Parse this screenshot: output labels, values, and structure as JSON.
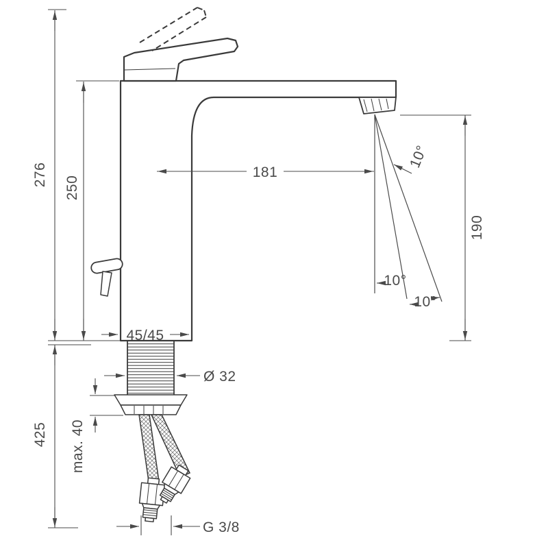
{
  "drawing": {
    "type": "technical-dimension-drawing",
    "subject": "single-lever basin mixer faucet, side view with mounting hardware",
    "colors": {
      "background": "#ffffff",
      "line": "#3a3a3a",
      "dimension_text": "#4a4a4a"
    }
  },
  "dims": {
    "overall_height": "276",
    "spout_top_height": "250",
    "spout_reach": "181",
    "outlet_height": "190",
    "body_section": "45/45",
    "shank_diameter": "Ø 32",
    "hose_length": "425",
    "max_counter_thickness": "max. 40",
    "connection_thread": "G 3/8",
    "angle_top": "10°",
    "angle_mid": "10°",
    "angle_bottom": "10°"
  }
}
